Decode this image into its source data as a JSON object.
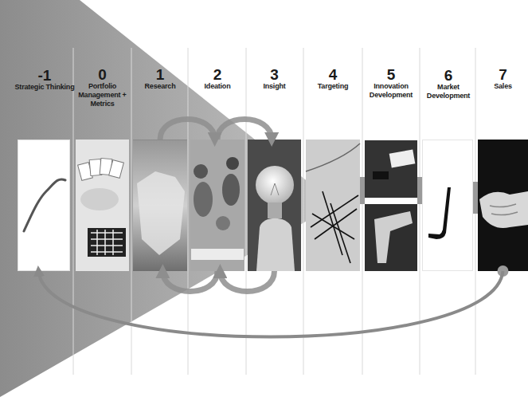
{
  "diagram": {
    "nodes": [
      {
        "text": [
          "-1",
          "Strategic Thinking"
        ]
      },
      {
        "text": [
          "0",
          "Portfolio Management + Metrics"
        ]
      },
      {
        "text": [
          "1",
          "Research"
        ]
      },
      {
        "text": [
          "2",
          "Ideation"
        ]
      },
      {
        "text": [
          "3",
          "Insight"
        ]
      },
      {
        "text": [
          "4",
          "Targeting"
        ]
      },
      {
        "text": [
          "5",
          "Innovation Development"
        ]
      },
      {
        "text": [
          "6",
          "Market Development"
        ]
      },
      {
        "text": [
          "7",
          "Sales"
        ]
      }
    ],
    "edges": [
      {
        "from": 2,
        "to": 3,
        "arrow": "to"
      },
      {
        "from": 3,
        "to": 4,
        "arrow": "to"
      },
      {
        "from": 4,
        "to": 3,
        "arrow": "to"
      },
      {
        "from": 3,
        "to": 2,
        "arrow": "to"
      },
      {
        "from": 8,
        "to": 0,
        "arrow": "to"
      }
    ]
  }
}
